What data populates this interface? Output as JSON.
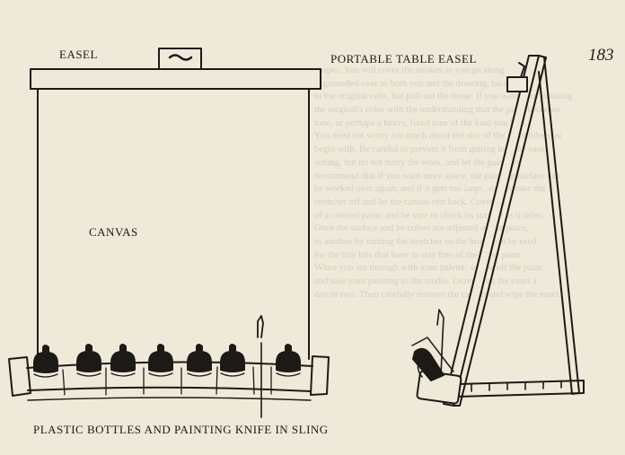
{
  "header": {
    "left_label": "EASEL",
    "running_head": "PORTABLE TABLE EASEL",
    "page_number": "183"
  },
  "illustration": {
    "canvas_label": "CANVAS",
    "caption": "PLASTIC BOTTLES AND PAINTING KNIFE IN SLING"
  },
  "bleed_through_lines": [
    "shapes. You will cover the strokes as you go along",
    "is grounded over as both you and the drawing, taking care",
    "to the original cells, but pull out the loose. If you want your painting",
    "the original's color with the understanding that the paint becomes",
    "tone, or perhaps a heavy, fixed tone of the kind you like.",
    "   You need not worry too much about the size of the paint tube you",
    "begin with. Be careful to prevent it from getting into the easel",
    "setting, but do not hurry the work, and let the paint dry.",
    "recommend that if you want more space, the painting surface can",
    "be worked over again, and if it gets too large, simply take the",
    "stretcher off and let the canvas rest back. Cover all",
    "of a colored paint, and be sure to check its surface as it dries.",
    "Once the surface and its colors are adjusted and in place,",
    "in another by turning the stretcher so the brush can be used",
    "for the tiny bits that have to stay free of the loose paint.",
    "   When you are through with your palette, scrape off the paint",
    "and take your painting to the studio. Leave it on the easel a",
    "day or two. Then carefully remove the canvas and wipe the easel."
  ]
}
